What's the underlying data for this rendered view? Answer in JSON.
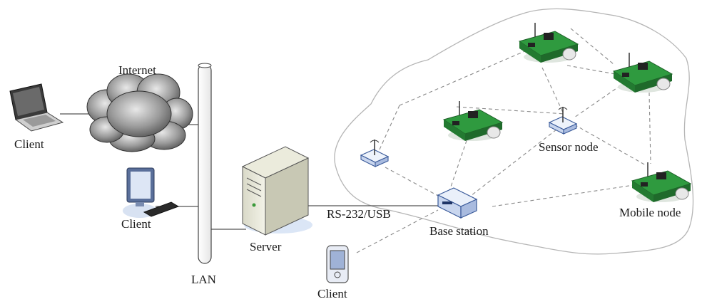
{
  "labels": {
    "internet": "Internet",
    "client_laptop": "Client",
    "client_desktop": "Client",
    "client_pda": "Client",
    "lan": "LAN",
    "server": "Server",
    "link": "RS-232/USB",
    "base_station": "Base station",
    "sensor_node": "Sensor node",
    "mobile_node": "Mobile node"
  }
}
